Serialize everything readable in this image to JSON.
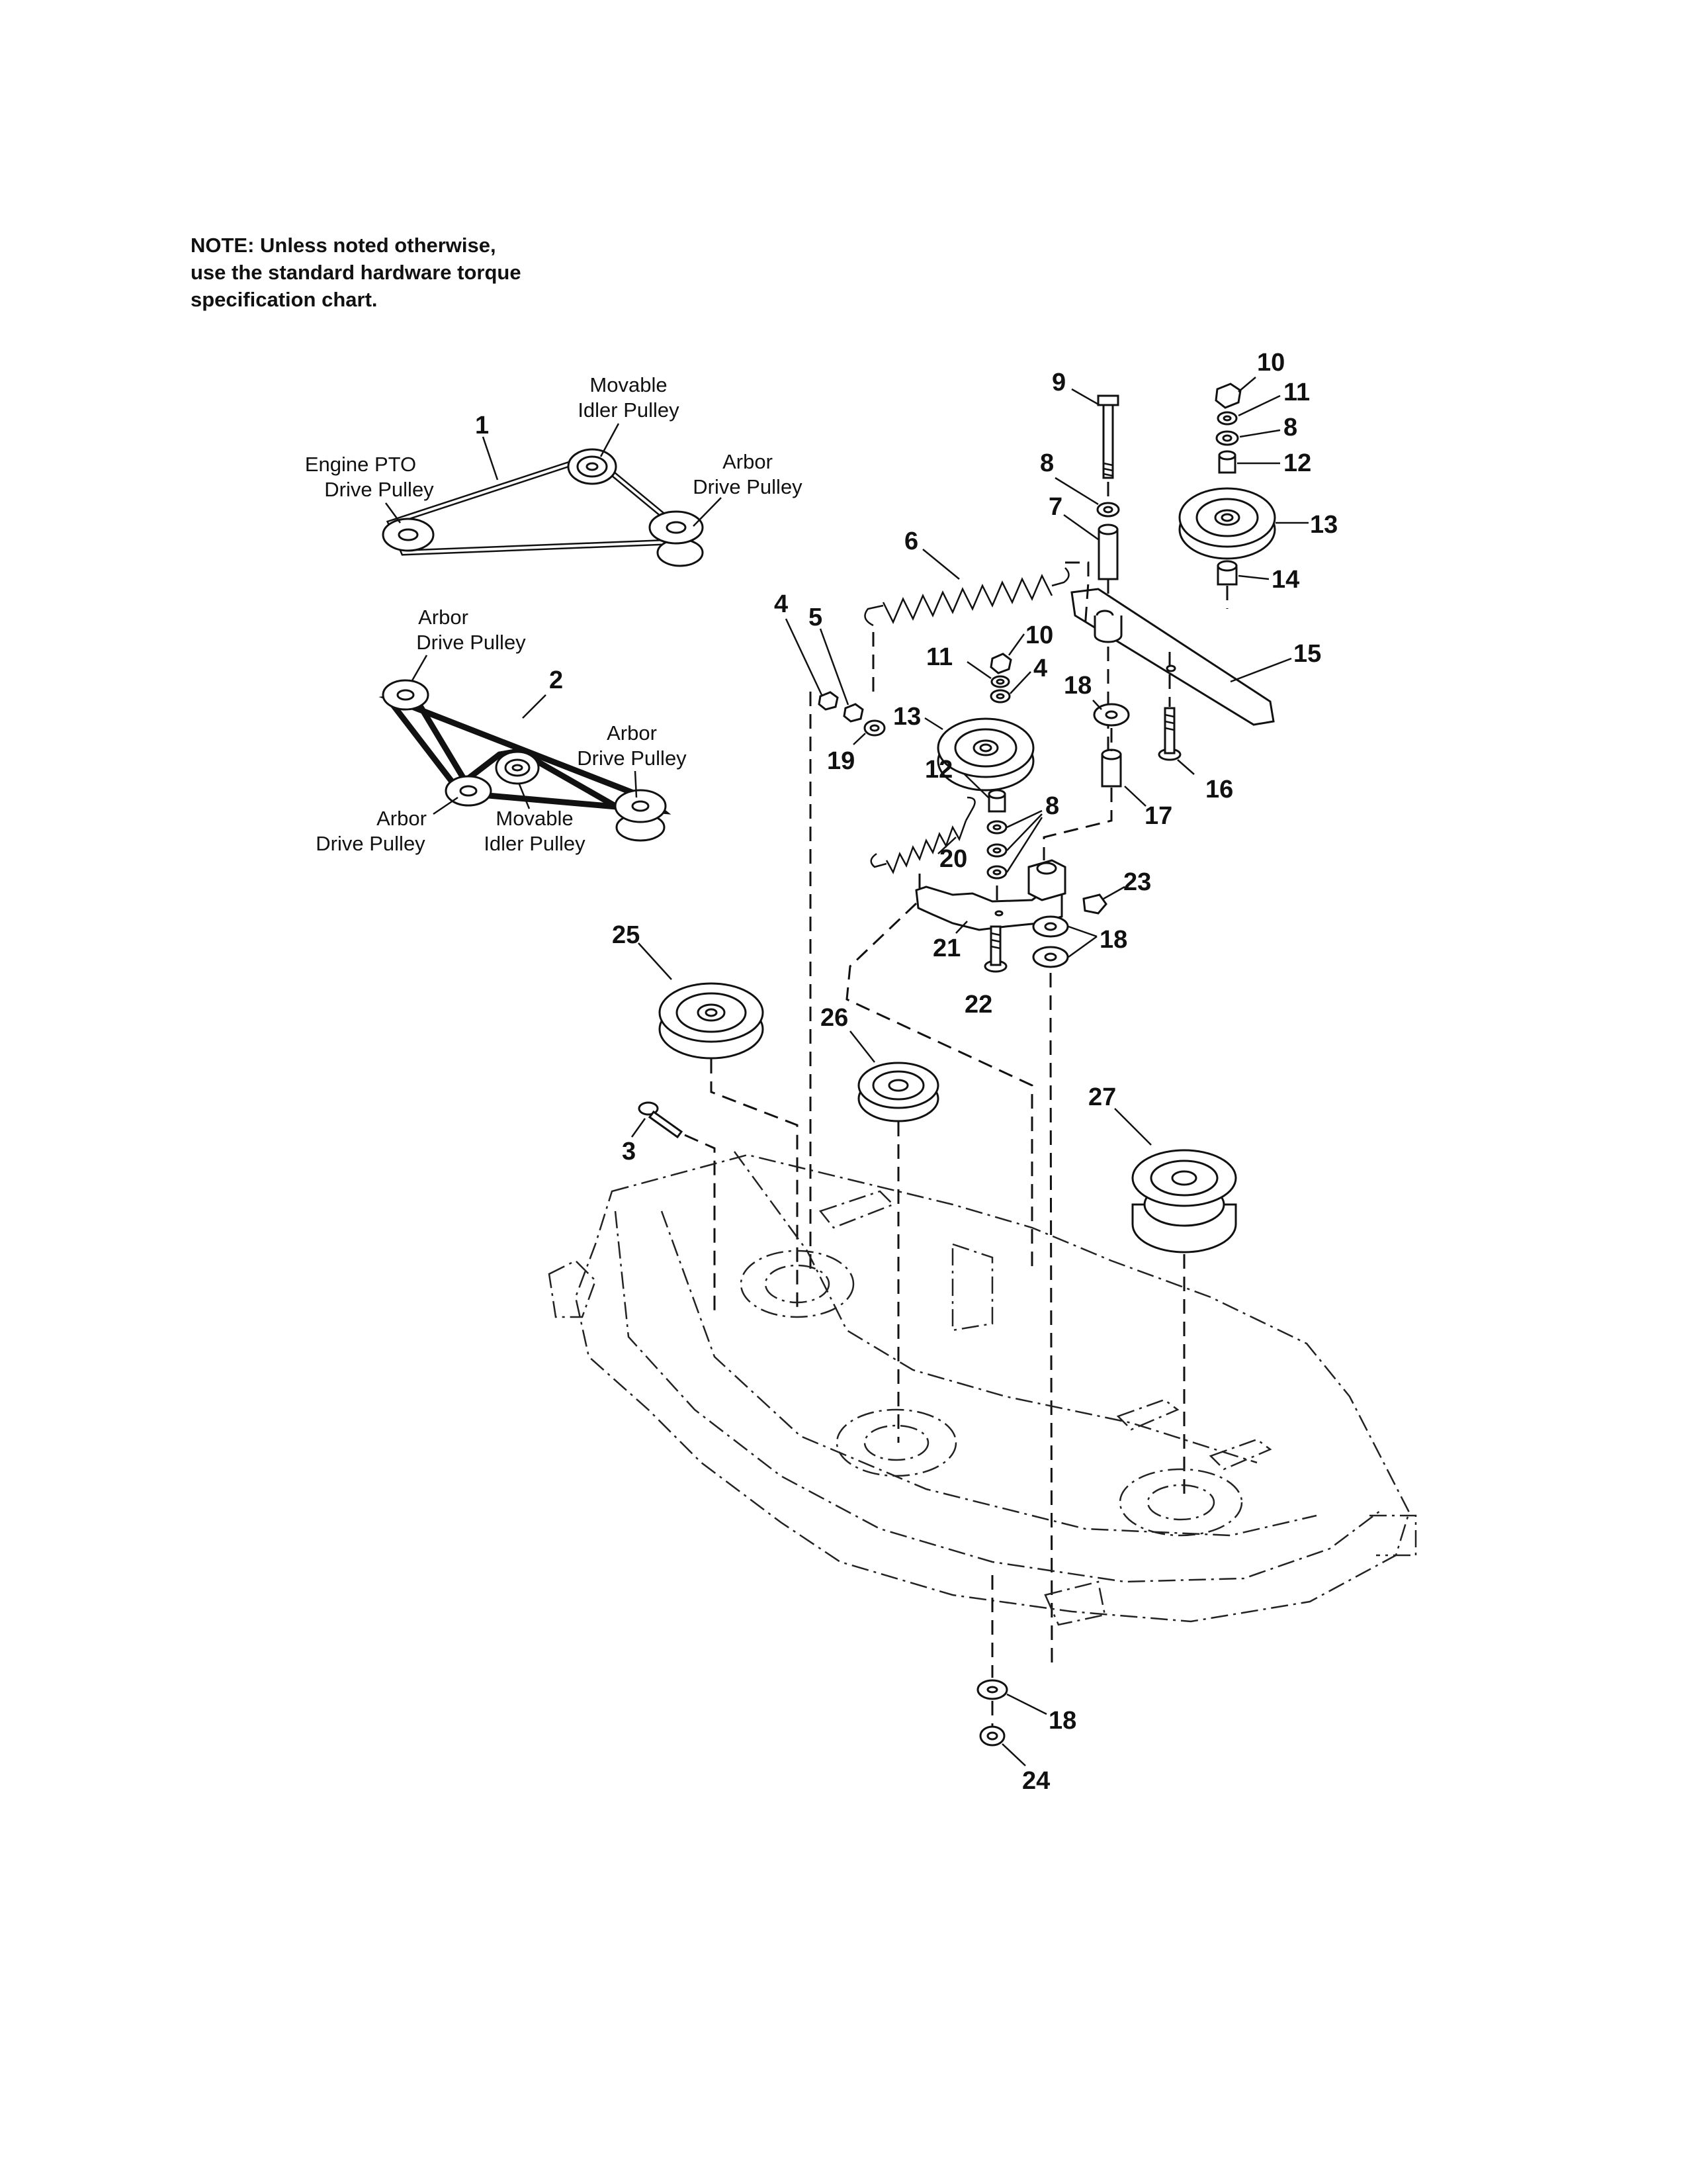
{
  "note": {
    "line1": "NOTE: Unless noted otherwise,",
    "line2": "use the standard hardware torque",
    "line3": "specification chart."
  },
  "belt1": {
    "number": "1",
    "movable_idler_line1": "Movable",
    "movable_idler_line2": "Idler Pulley",
    "engine_pto_line1": "Engine PTO",
    "engine_pto_line2": "Drive Pulley",
    "arbor_line1": "Arbor",
    "arbor_line2": "Drive Pulley"
  },
  "belt2": {
    "number": "2",
    "arbor_top_line1": "Arbor",
    "arbor_top_line2": "Drive Pulley",
    "arbor_right_line1": "Arbor",
    "arbor_right_line2": "Drive Pulley",
    "arbor_left_line1": "Arbor",
    "arbor_left_line2": "Drive Pulley",
    "movable_idler_line1": "Movable",
    "movable_idler_line2": "Idler Pulley"
  },
  "callouts": {
    "c3": "3",
    "c4a": "4",
    "c4b": "4",
    "c5": "5",
    "c6": "6",
    "c7": "7",
    "c8a": "8",
    "c8b": "8",
    "c8c": "8",
    "c9": "9",
    "c10a": "10",
    "c10b": "10",
    "c11a": "11",
    "c11b": "11",
    "c12a": "12",
    "c12b": "12",
    "c13a": "13",
    "c13b": "13",
    "c14": "14",
    "c15": "15",
    "c16": "16",
    "c17": "17",
    "c18a": "18",
    "c18b": "18",
    "c18c": "18",
    "c19": "19",
    "c20": "20",
    "c21": "21",
    "c22": "22",
    "c23": "23",
    "c24": "24",
    "c25": "25",
    "c26": "26",
    "c27": "27"
  }
}
